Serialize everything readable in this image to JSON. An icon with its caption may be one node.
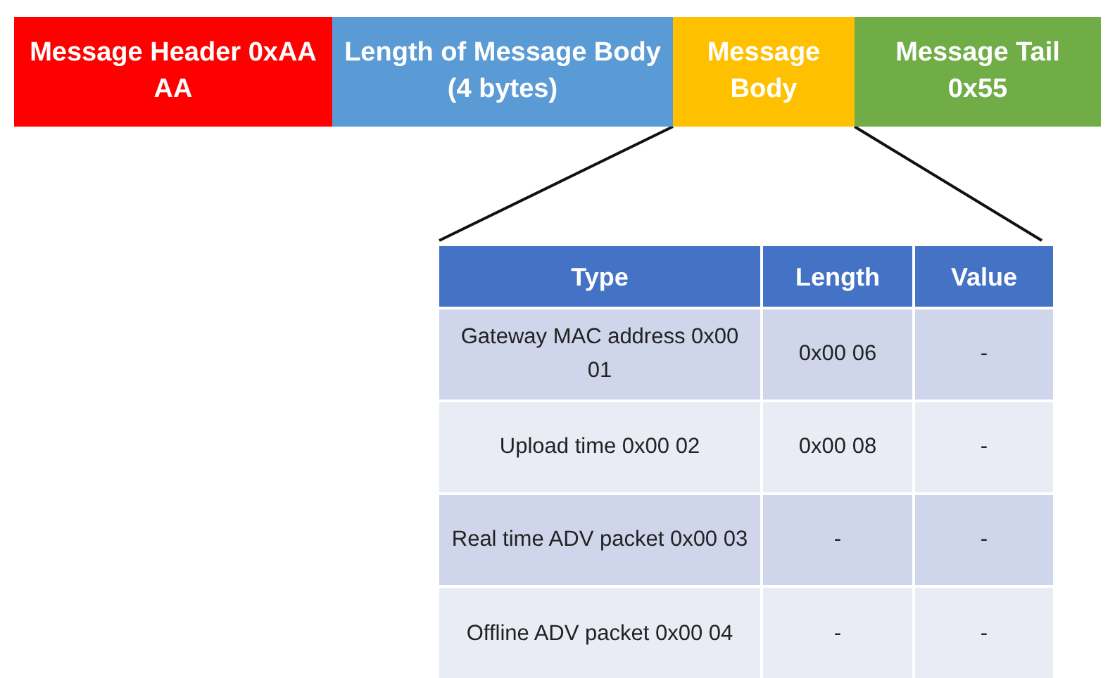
{
  "diagram": {
    "nodes": [
      {
        "text": [
          "Message Header 0xAA AA"
        ]
      },
      {
        "text": [
          "Length of Message Body (4 bytes)"
        ]
      },
      {
        "text": [
          "Message Body"
        ]
      },
      {
        "text": [
          "Message Tail 0x55"
        ]
      },
      {
        "text": [],
        "shape": "box"
      }
    ],
    "edges": [
      {
        "from": 2,
        "to": 4,
        "arrow": "none"
      },
      {
        "from": 2,
        "to": 4,
        "arrow": "none"
      }
    ],
    "labels": [
      "Type",
      "Length",
      "Value",
      "Gateway MAC address 0x00 01",
      "0x00 06",
      "-",
      "Upload time 0x00 02",
      "0x00 08",
      "-",
      "Real time ADV packet 0x00 03",
      "-",
      "-",
      "Offline ADV packet 0x00 04",
      "-",
      "-"
    ]
  }
}
